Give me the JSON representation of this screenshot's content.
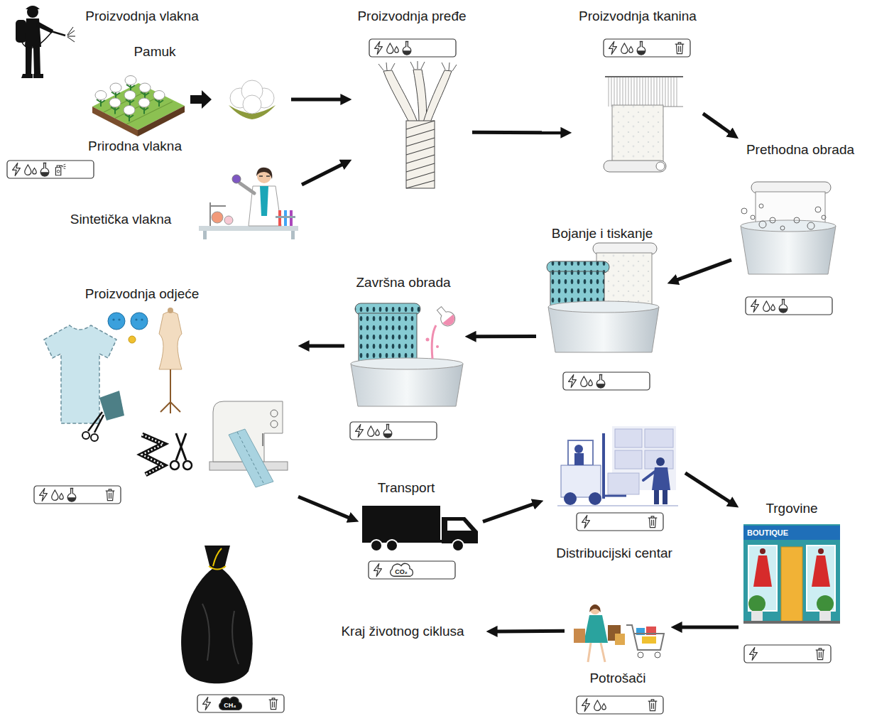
{
  "diagram": {
    "nodes": [
      {
        "text": [
          "Proizvodnja vlakna"
        ]
      },
      {
        "text": [
          "Pamuk",
          "Prirodna vlakna"
        ],
        "in": 0
      },
      {
        "text": [
          "Sintetička vlakna"
        ],
        "in": 0
      },
      {
        "text": [
          "Proizvodnja pređe"
        ]
      },
      {
        "text": [
          "Proizvodnja tkanina"
        ]
      },
      {
        "text": [
          "Prethodna obrada"
        ]
      },
      {
        "text": [
          "Bojanje i tiskanje"
        ]
      },
      {
        "text": [
          "Završna obrada"
        ]
      },
      {
        "text": [
          "Proizvodnja odjeće"
        ]
      },
      {
        "text": [
          "Transport"
        ]
      },
      {
        "text": [
          "Distribucijski centar"
        ]
      },
      {
        "text": [
          "Trgovine"
        ]
      },
      {
        "text": [
          "Potrošači"
        ]
      },
      {
        "text": [
          "Kraj životnog ciklusa"
        ]
      }
    ],
    "edges": [
      {
        "from": 1,
        "to": 3,
        "arrow": "to"
      },
      {
        "from": 2,
        "to": 3,
        "arrow": "to"
      },
      {
        "from": 3,
        "to": 4,
        "arrow": "to"
      },
      {
        "from": 4,
        "to": 5,
        "arrow": "to"
      },
      {
        "from": 5,
        "to": 6,
        "arrow": "to"
      },
      {
        "from": 6,
        "to": 7,
        "arrow": "to"
      },
      {
        "from": 7,
        "to": 8,
        "arrow": "to"
      },
      {
        "from": 8,
        "to": 9,
        "arrow": "to"
      },
      {
        "from": 9,
        "to": 10,
        "arrow": "to"
      },
      {
        "from": 10,
        "to": 11,
        "arrow": "to"
      },
      {
        "from": 11,
        "to": 12,
        "arrow": "to"
      },
      {
        "from": 12,
        "to": 13,
        "arrow": "to"
      }
    ],
    "labels": [
      "BOUTIQUE",
      "CO₂",
      "CH₄"
    ]
  }
}
